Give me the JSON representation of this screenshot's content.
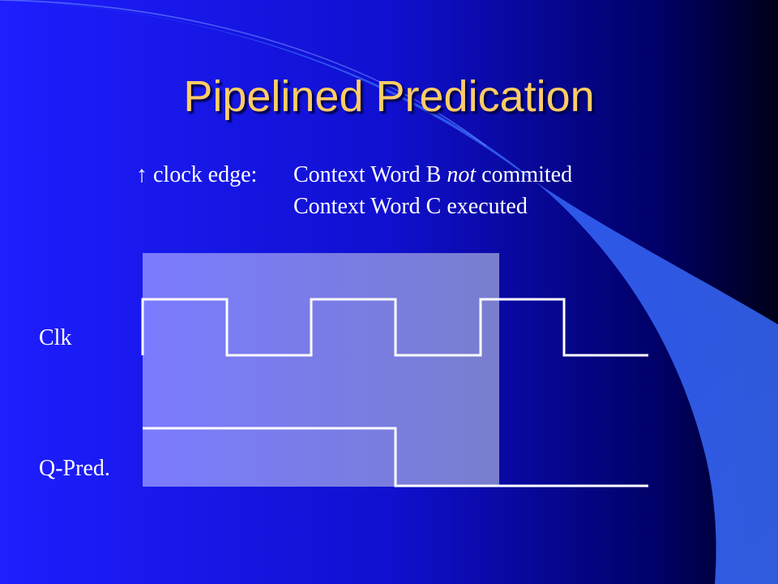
{
  "title": "Pipelined Predication",
  "annotation": {
    "edge_label": "↑ clock edge:",
    "line1_prefix": "Context Word B ",
    "line1_emph": "not",
    "line1_suffix": " commited",
    "line2": "Context Word C executed"
  },
  "signals": {
    "clk": "Clk",
    "qpred": "Q-Pred."
  },
  "colors": {
    "title": "#ffcc66",
    "highlight": "#9aa0ff",
    "wave": "#ffffff"
  }
}
